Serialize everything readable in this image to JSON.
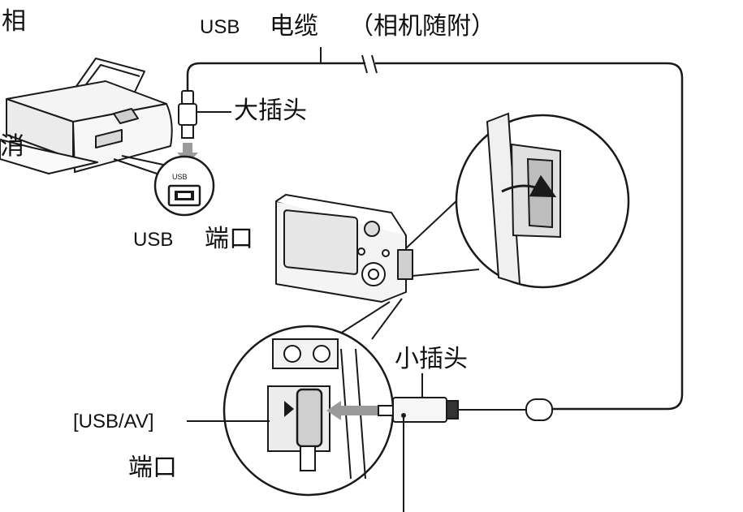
{
  "labels": {
    "printer_edge_top": "相",
    "printer_edge_mid": "消",
    "cable_usb": "USB",
    "cable_name": "电缆",
    "cable_note": "（相机随附）",
    "large_plug": "大插头",
    "port_usb": "USB",
    "port_word": "端口",
    "usb_badge": "USB",
    "small_plug": "小插头",
    "usb_av": "[USB/AV]",
    "usb_av_port": "端口"
  },
  "icons": [
    "printer-icon",
    "camera-icon",
    "usb-plug-icon",
    "usb-port-icon",
    "arrow-icon"
  ],
  "colors": {
    "stroke": "#1a1a1a",
    "fill": "#ffffff",
    "shade": "#cfcfcf"
  }
}
